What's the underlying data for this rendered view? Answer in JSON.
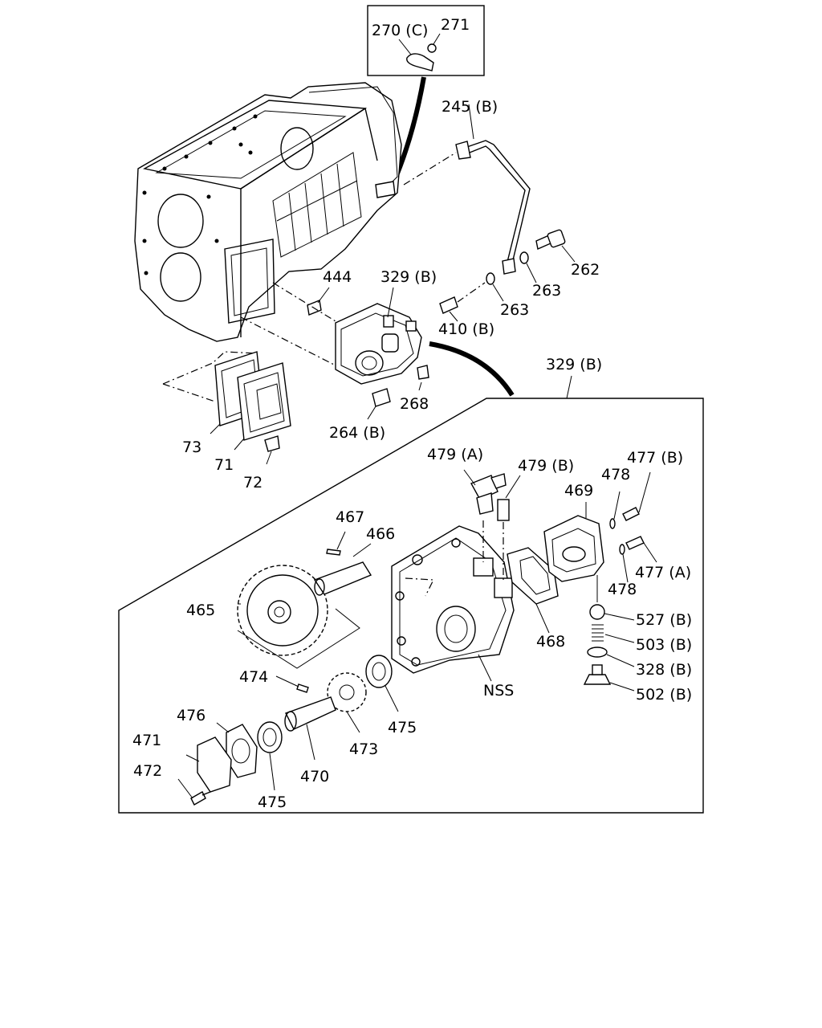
{
  "diagram": {
    "callouts": [
      {
        "id": "c270",
        "text": "270 (C)"
      },
      {
        "id": "c271",
        "text": "271"
      },
      {
        "id": "c245",
        "text": "245 (B)"
      },
      {
        "id": "c262",
        "text": "262"
      },
      {
        "id": "c263a",
        "text": "263"
      },
      {
        "id": "c263b",
        "text": "263"
      },
      {
        "id": "c444",
        "text": "444"
      },
      {
        "id": "c329a",
        "text": "329 (B)"
      },
      {
        "id": "c410",
        "text": "410 (B)"
      },
      {
        "id": "c329b",
        "text": "329 (B)"
      },
      {
        "id": "c268",
        "text": "268"
      },
      {
        "id": "c264",
        "text": "264 (B)"
      },
      {
        "id": "c73",
        "text": "73"
      },
      {
        "id": "c71",
        "text": "71"
      },
      {
        "id": "c72",
        "text": "72"
      },
      {
        "id": "c479a",
        "text": "479 (A)"
      },
      {
        "id": "c479b",
        "text": "479 (B)"
      },
      {
        "id": "c477b",
        "text": "477 (B)"
      },
      {
        "id": "c478a",
        "text": "478"
      },
      {
        "id": "c469",
        "text": "469"
      },
      {
        "id": "c467",
        "text": "467"
      },
      {
        "id": "c466",
        "text": "466"
      },
      {
        "id": "c477a",
        "text": "477 (A)"
      },
      {
        "id": "c478b",
        "text": "478"
      },
      {
        "id": "c465",
        "text": "465"
      },
      {
        "id": "c527",
        "text": "527 (B)"
      },
      {
        "id": "c468",
        "text": "468"
      },
      {
        "id": "c503",
        "text": "503 (B)"
      },
      {
        "id": "c328",
        "text": "328 (B)"
      },
      {
        "id": "c474",
        "text": "474"
      },
      {
        "id": "cnss",
        "text": "NSS"
      },
      {
        "id": "c502",
        "text": "502 (B)"
      },
      {
        "id": "c476",
        "text": "476"
      },
      {
        "id": "c475a",
        "text": "475"
      },
      {
        "id": "c471",
        "text": "471"
      },
      {
        "id": "c473",
        "text": "473"
      },
      {
        "id": "c472",
        "text": "472"
      },
      {
        "id": "c470",
        "text": "470"
      },
      {
        "id": "c475b",
        "text": "475"
      }
    ]
  }
}
